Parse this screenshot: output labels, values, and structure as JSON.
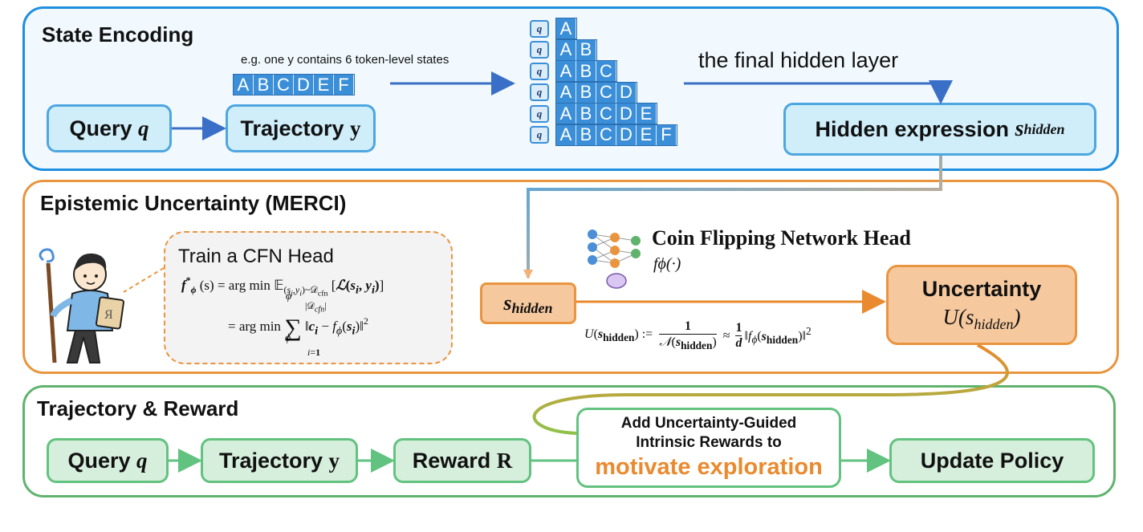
{
  "state_encoding": {
    "title": "State Encoding",
    "example_note": "e.g. one y contains 6 token-level states",
    "tokens": [
      "A",
      "B",
      "C",
      "D",
      "E",
      "F"
    ],
    "query_label": "Query",
    "query_var": "q",
    "trajectory_label": "Trajectory",
    "trajectory_var": "y",
    "prefix_query_chip": "q",
    "final_layer_label": "the final hidden layer",
    "hidden_label": "Hidden expression",
    "hidden_var": "s",
    "hidden_sub": "hidden"
  },
  "epistemic": {
    "title": "Epistemic Uncertainty (MERCI)",
    "train_head_title": "Train a CFN Head",
    "formula_line1": "f*ϕ (s) = arg min ϕ 𝔼(si,yi)~𝒟cfn [ℒ(si, yi)]",
    "formula_line2": "= arg min ϕ Σ i=1 |𝒟cfn| ‖ci − fϕ(si)‖²",
    "cfn_title": "Coin Flipping Network Head",
    "cfn_func": "fϕ(·)",
    "s_hidden_var": "s",
    "s_hidden_sub": "hidden",
    "uncertainty_formula": "U(shidden) := 1 / 𝒩(shidden) ≈ 1/d ‖fϕ(shidden)‖²",
    "uncertainty_label": "Uncertainty",
    "uncertainty_var": "U(s",
    "uncertainty_sub": "hidden",
    "uncertainty_close": ")",
    "character_sign": "Я"
  },
  "trajectory_reward": {
    "title": "Trajectory & Reward",
    "query_label": "Query",
    "query_var": "q",
    "trajectory_label": "Trajectory",
    "trajectory_var": "y",
    "reward_label": "Reward",
    "reward_var": "R",
    "intrinsic_line1": "Add Uncertainty-Guided",
    "intrinsic_line2": "Intrinsic Rewards to",
    "intrinsic_highlight": "motivate exploration",
    "update_label": "Update Policy"
  },
  "colors": {
    "blue_border": "#1e8fe0",
    "orange_border": "#e9953f",
    "green_border": "#5fb36d",
    "accent_orange": "#e98a2e",
    "token_blue": "#3b8fd9"
  }
}
